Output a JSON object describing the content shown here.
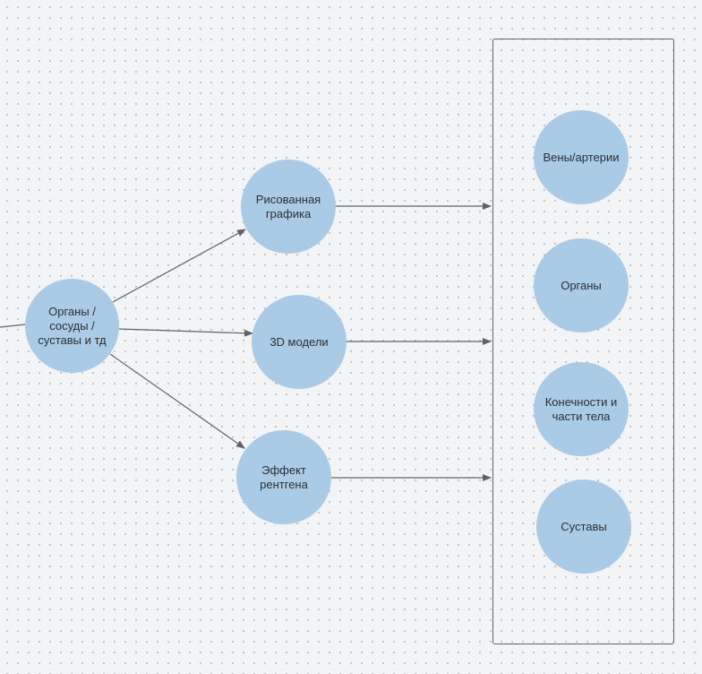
{
  "diagram": {
    "nodes": {
      "source": "Органы /\nсосуды /\nсуставы и тд",
      "drawn": "Рисованная\nграфика",
      "models3d": "3D модели",
      "xray": "Эффект\nрентгена",
      "veins": "Вены/артерии",
      "organs": "Органы",
      "limbs": "Конечности и\nчасти тела",
      "joints": "Суставы"
    },
    "colors": {
      "node_fill": "#a9cbe6",
      "edge": "#5f6368",
      "background": "#f2f4f6"
    }
  }
}
